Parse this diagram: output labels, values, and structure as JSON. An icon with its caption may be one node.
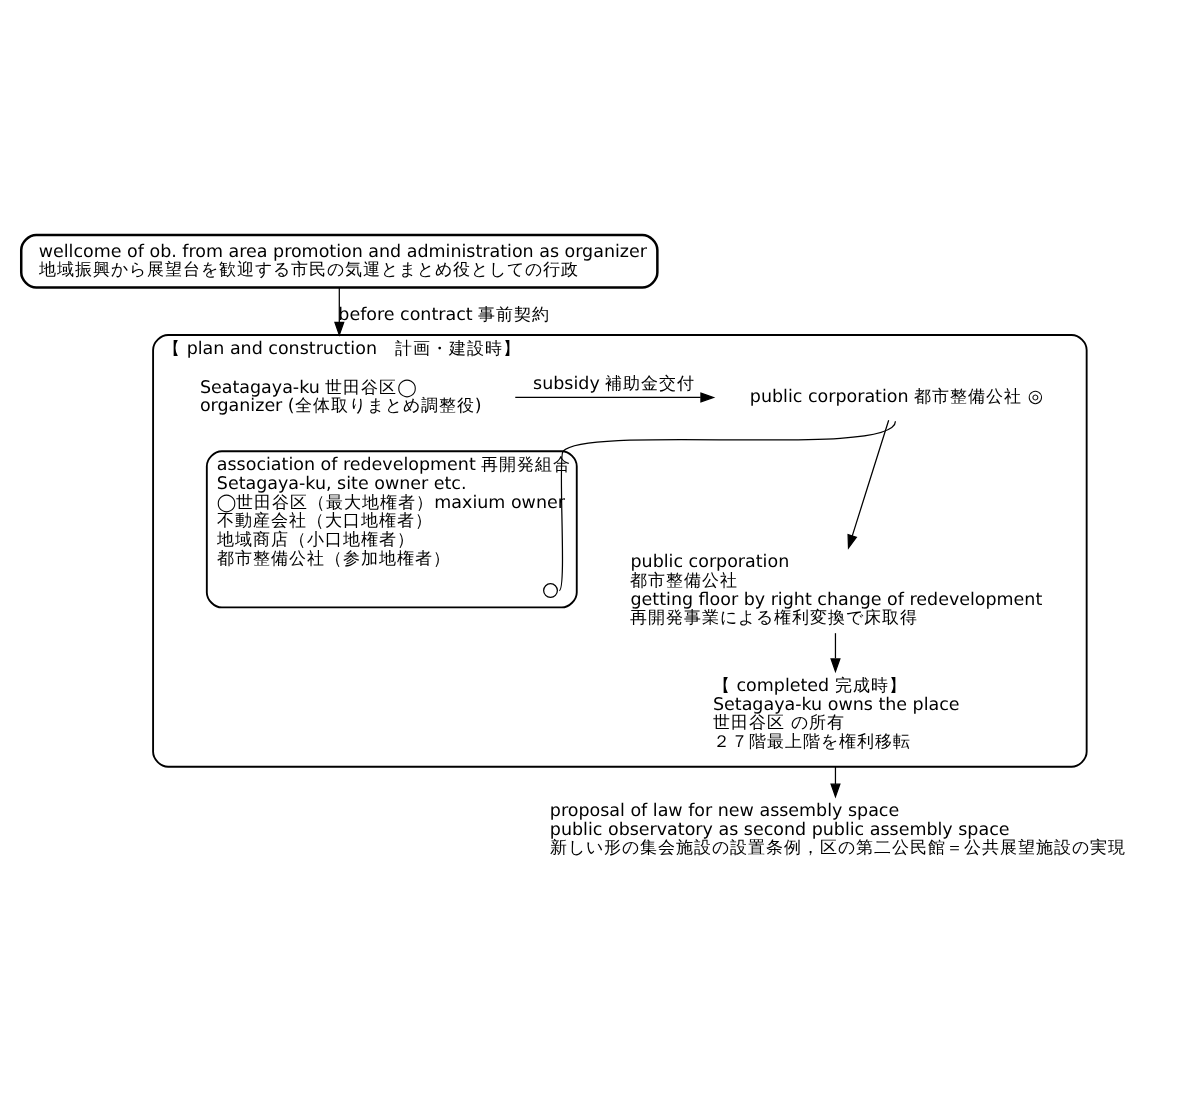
{
  "diagram": {
    "nodes": [
      {
        "text": [
          "wellcome of ob. from area promotion and administration as organizer",
          "地域振興から展望台を歓迎する市民の気運とまとめ役としての行政"
        ]
      },
      {
        "text": [
          "【 plan and construction　計画・建設時】"
        ]
      },
      {
        "text": [
          "Seatagaya-ku 世田谷区◯",
          "organizer (全体取りまとめ調整役)"
        ],
        "in": 1
      },
      {
        "text": [
          "public corporation 都市整備公社 ◎"
        ],
        "in": 1
      },
      {
        "text": [
          "association of redevelopment 再開発組合",
          "Setagaya-ku, site owner etc.",
          "◯世田谷区（最大地権者）maxium owner",
          "不動産会社（大口地権者）",
          "地域商店（小口地権者）",
          "都市整備公社（参加地権者）"
        ],
        "in": 1
      },
      {
        "text": [],
        "shape": "circle",
        "in": 4
      },
      {
        "text": [
          "public corporation",
          "都市整備公社",
          "getting floor by right change of redevelopment",
          "再開発事業による権利変換で床取得"
        ],
        "in": 1
      },
      {
        "text": [
          "【 completed 完成時】",
          "Setagaya-ku owns the place",
          "世田谷区 の所有",
          "２７階最上階を権利移転"
        ],
        "in": 1
      },
      {
        "text": [
          "proposal of law for new assembly space",
          "public observatory as second public assembly space",
          "新しい形の集会施設の設置条例，区の第二公民館＝公共展望施設の実現"
        ]
      }
    ],
    "edges": [
      {
        "from": 0,
        "to": 1,
        "arrow": "to",
        "label": "before contract 事前契約"
      },
      {
        "from": 2,
        "to": 3,
        "arrow": "to",
        "label": "subsidy 補助金交付"
      },
      {
        "from": 3,
        "to": 5,
        "arrow": "none"
      },
      {
        "from": 3,
        "to": 6,
        "arrow": "to"
      },
      {
        "from": 6,
        "to": 7,
        "arrow": "to"
      },
      {
        "from": 1,
        "to": 8,
        "arrow": "to"
      }
    ]
  }
}
